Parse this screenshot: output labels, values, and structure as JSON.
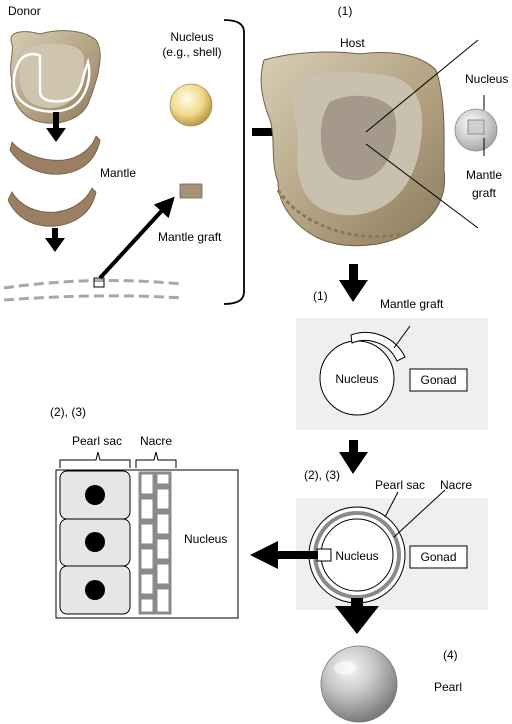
{
  "figure": {
    "donor_label": "Donor",
    "step_implant": "(1)",
    "host_label": "Host",
    "nucleus_shell_line1": "Nucleus",
    "nucleus_shell_line2": "(e.g., shell)",
    "mantle_label": "Mantle",
    "mantle_graft_label": "Mantle graft",
    "host_inset_nucleus": "Nucleus",
    "host_inset_graft_line1": "Mantle",
    "host_inset_graft_line2": "graft",
    "panel1": {
      "step": "(1)",
      "mantle_graft": "Mantle graft",
      "nucleus": "Nucleus",
      "gonad": "Gonad"
    },
    "panel2": {
      "step": "(2), (3)",
      "pearl_sac": "Pearl sac",
      "nacre": "Nacre",
      "nucleus": "Nucleus",
      "gonad": "Gonad"
    },
    "detail": {
      "step": "(2), (3)",
      "pearl_sac": "Pearl sac",
      "nacre": "Nacre",
      "nucleus": "Nucleus"
    },
    "pearl": {
      "step": "(4)",
      "label": "Pearl"
    },
    "colors": {
      "panel_bg": "#efefef",
      "cell_fill": "#e6e6e6",
      "nacre_gray": "#8a8a8a",
      "shell_tan": "#bfae8e",
      "mantle_brown": "#9a7f62"
    }
  }
}
